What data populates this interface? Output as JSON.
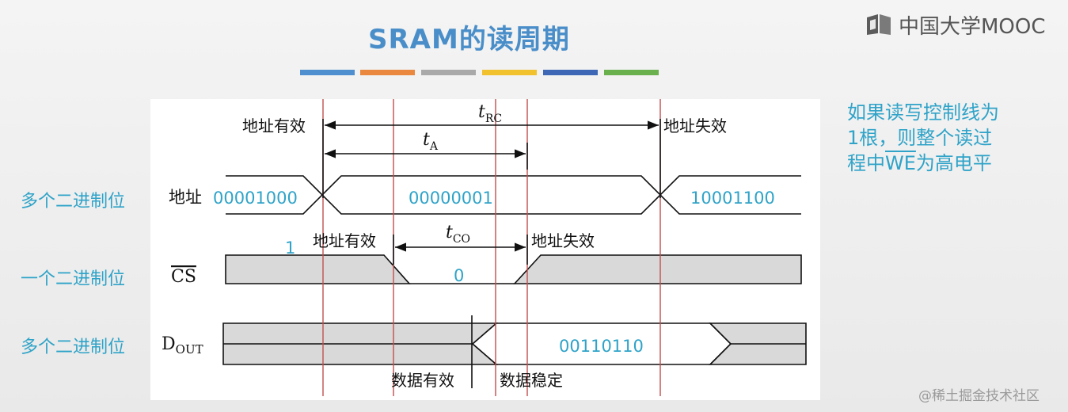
{
  "title": "SRAM的读周期",
  "logo": {
    "text": "中国大学MOOC",
    "icon": "mooc-book-icon"
  },
  "watermark": "@稀土掘金技术社区",
  "colors": {
    "title": "#4a8ec9",
    "accent_text": "#2fa3c8",
    "marker_lines": "#c0504d",
    "bars": [
      "#4f8fcf",
      "#e9883e",
      "#a9a9a9",
      "#f2c12e",
      "#3e68b5",
      "#6ab04c"
    ]
  },
  "note": {
    "line1": "如果读写控制线为",
    "line2": "1根，则整个读过",
    "line3_pre": "程中",
    "line3_over": "WE",
    "line3_post": "为高电平"
  },
  "rows": {
    "address": {
      "side_label": "多个二进制位",
      "signal": "地址",
      "values": [
        "00001000",
        "00000001",
        "10001100"
      ]
    },
    "cs": {
      "side_label": "一个二进制位",
      "signal": "CS",
      "high_value": "1",
      "low_value": "0"
    },
    "dout": {
      "side_label": "多个二进制位",
      "signal_main": "D",
      "signal_sub": "OUT",
      "value": "00110110"
    }
  },
  "annotations": {
    "addr_valid_1": "地址有效",
    "addr_invalid_1": "地址失效",
    "addr_valid_2": "地址有效",
    "addr_invalid_2": "地址失效",
    "data_valid": "数据有效",
    "data_stable": "数据稳定"
  },
  "timing": {
    "t_rc": {
      "main": "t",
      "sub": "RC"
    },
    "t_a": {
      "main": "t",
      "sub": "A"
    },
    "t_co": {
      "main": "t",
      "sub": "CO"
    }
  }
}
